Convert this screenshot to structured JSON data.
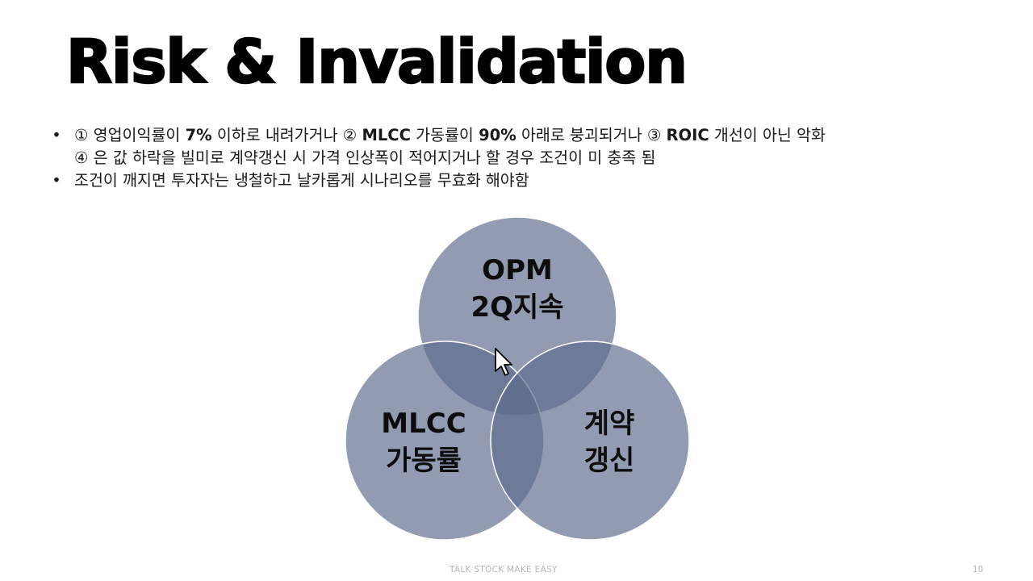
{
  "slide": {
    "title": "Risk & Invalidation",
    "bullets": [
      {
        "marker": "•",
        "line1_parts": [
          {
            "text": "① 영업이익률이 ",
            "bold": false
          },
          {
            "text": "7%",
            "bold": true
          },
          {
            "text": " 이하로 내려가거나 ② ",
            "bold": false
          },
          {
            "text": "MLCC",
            "bold": true
          },
          {
            "text": " 가동률이 ",
            "bold": false
          },
          {
            "text": "90%",
            "bold": true
          },
          {
            "text": " 아래로 붕괴되거나 ③ ",
            "bold": false
          },
          {
            "text": "ROIC",
            "bold": true
          },
          {
            "text": " 개선이 아닌 악화",
            "bold": false
          }
        ],
        "line2": "④ 은 값 하락을 빌미로 계약갱신 시 가격 인상폭이 적어지거나 할 경우 조건이 미 충족 됨"
      },
      {
        "marker": "•",
        "line1": "조건이 깨지면 투자자는 냉철하고 날카롭게 시나리오를 무효화 해야함"
      }
    ],
    "venn": {
      "colors": {
        "circle_fill": "#5d6b8c",
        "circle_opacity": 0.68,
        "circle_stroke": "#ffffff"
      },
      "circles": [
        {
          "id": "top",
          "line1": "OPM",
          "line2": "2Q지속"
        },
        {
          "id": "left",
          "line1": "MLCC",
          "line2": "가동률"
        },
        {
          "id": "right",
          "line1": "계약",
          "line2": "갱신"
        }
      ]
    },
    "footer": {
      "text": "TALK STOCK MAKE EASY",
      "page_number": "10"
    }
  }
}
